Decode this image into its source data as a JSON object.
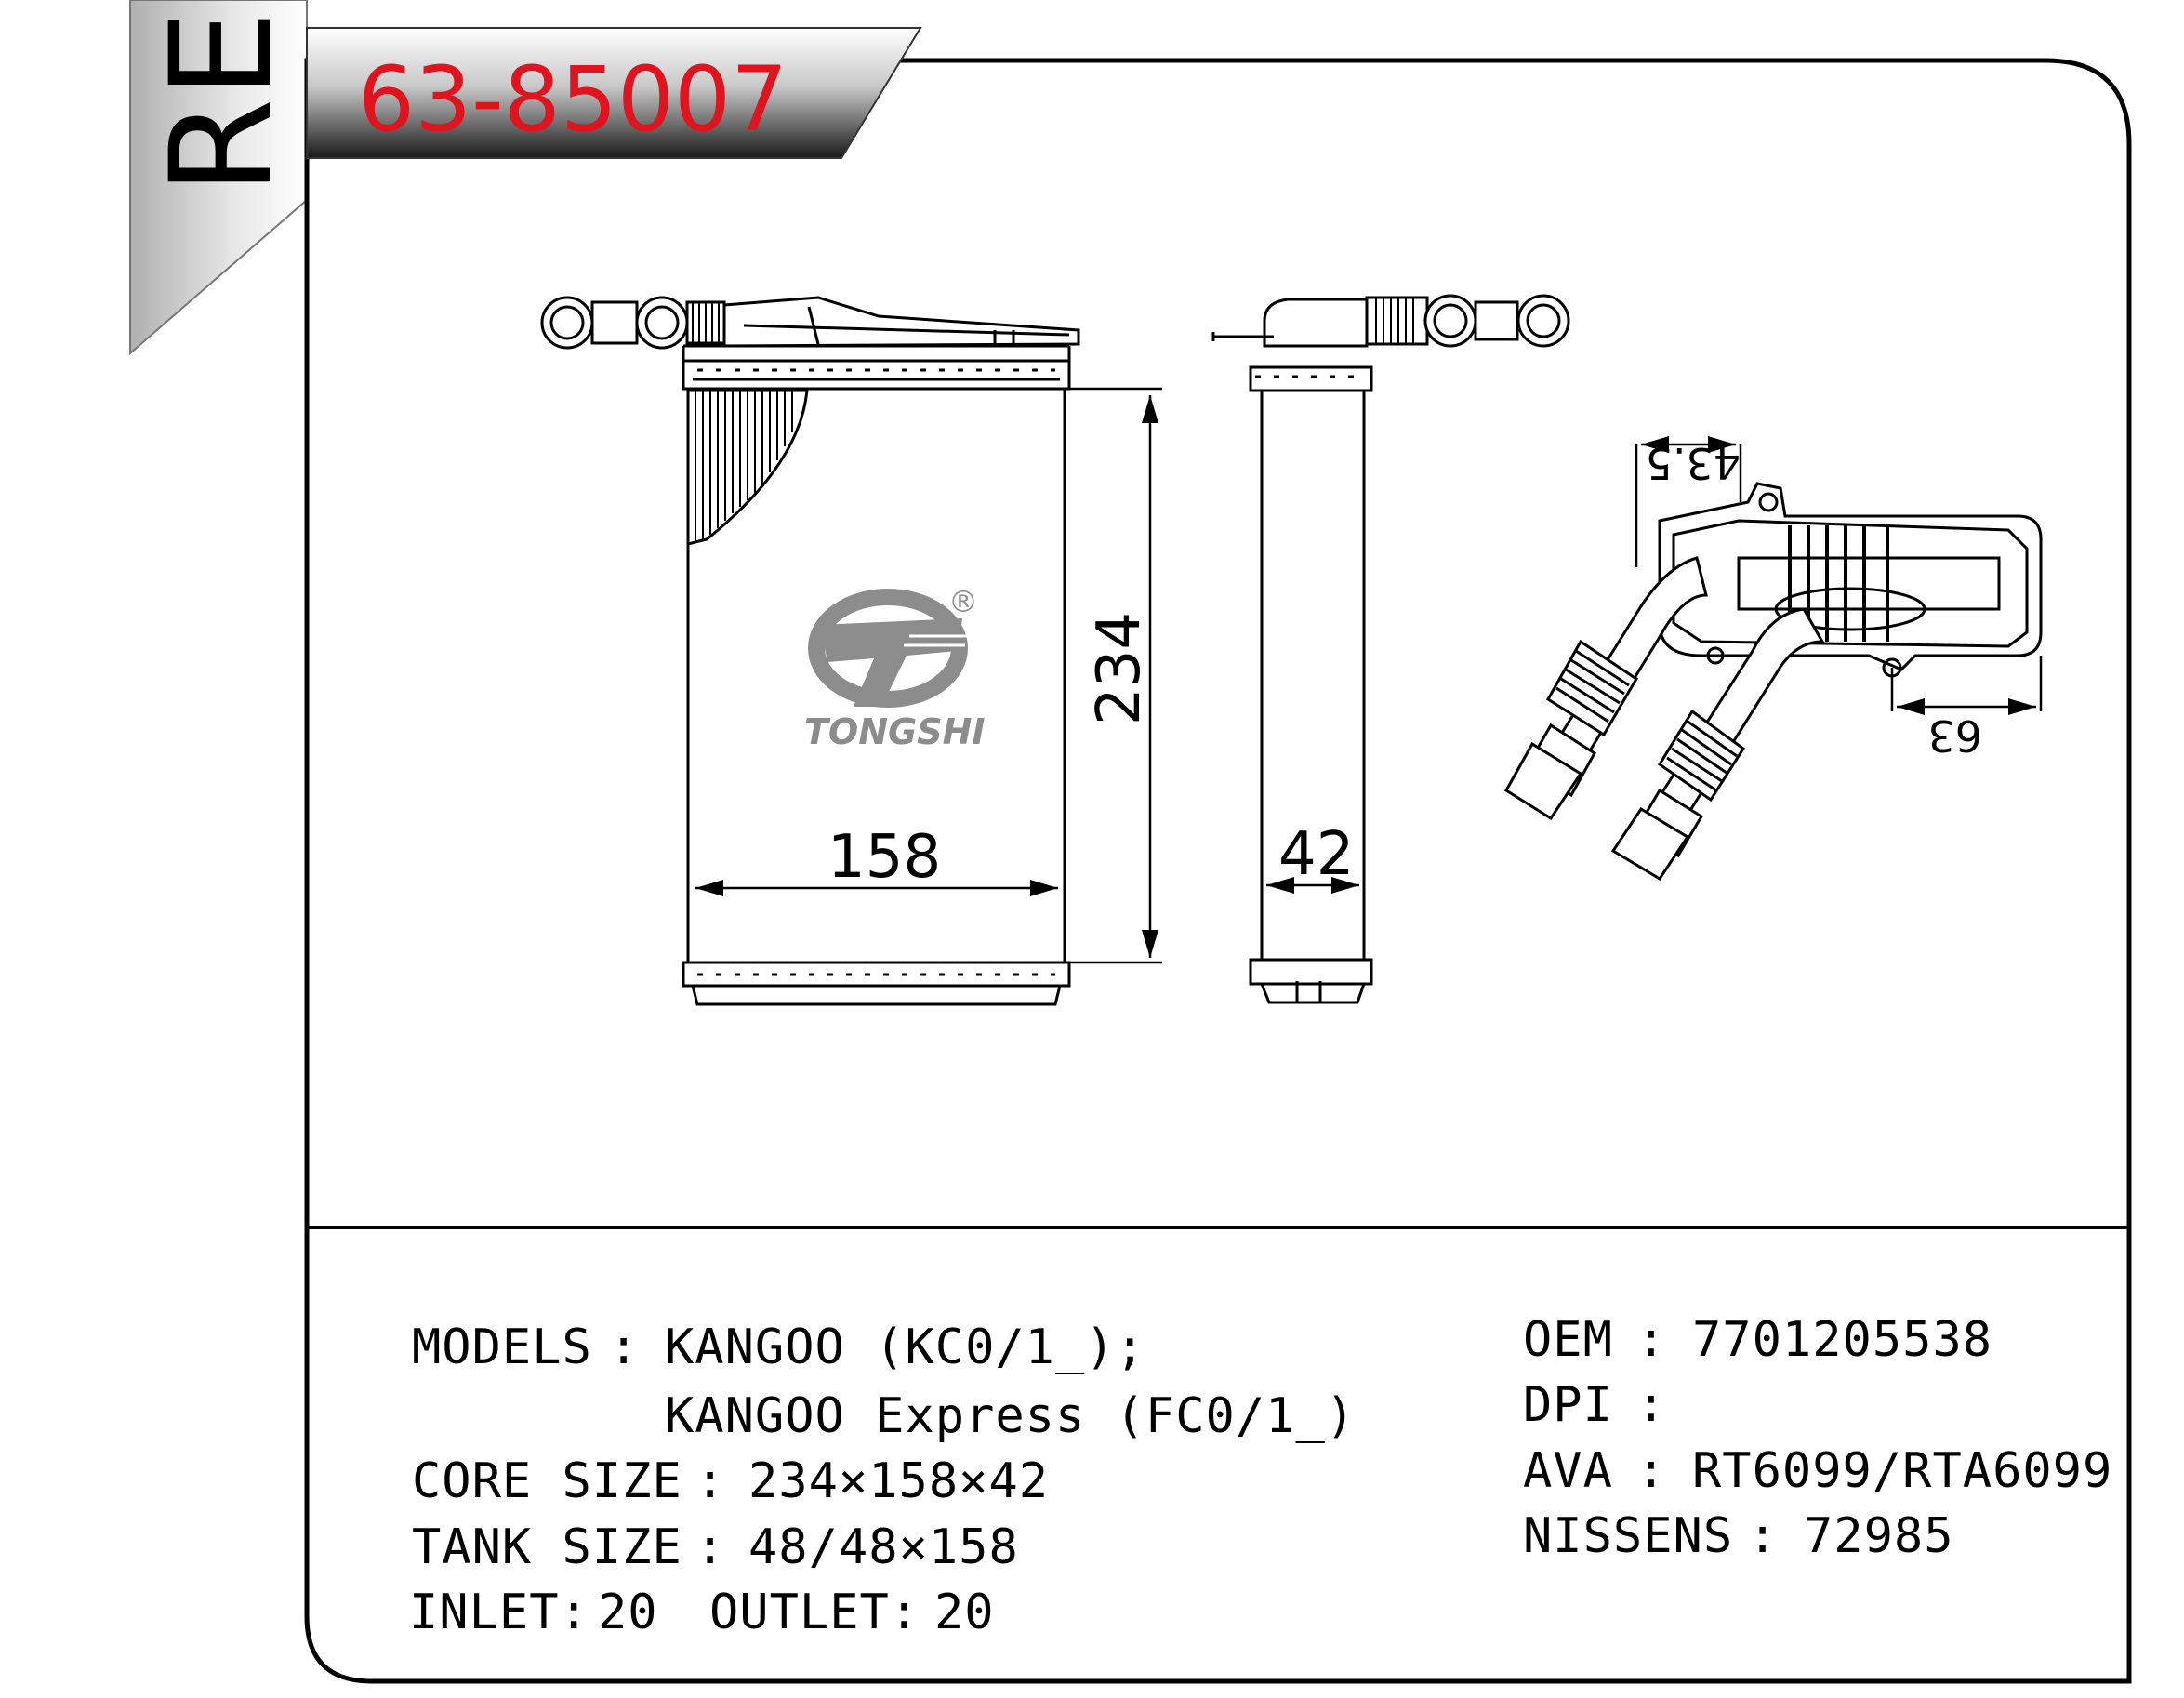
{
  "header": {
    "part_number": "63-85007",
    "corner_text": "REF"
  },
  "drawing": {
    "brand_name": "TONGSHI",
    "registered_mark": "®",
    "dimensions": {
      "height": "234",
      "width": "158",
      "depth": "42",
      "pipe_offset": "43.5",
      "pipe_span": "63"
    }
  },
  "specs": {
    "models_label": "MODELS",
    "models_line1": "KANGOO (KC0/1_);",
    "models_line2": "KANGOO Express (FC0/1_)",
    "core_label": "CORE SIZE",
    "core_value": "234×158×42",
    "tank_label": "TANK SIZE",
    "tank_value": "48/48×158",
    "inlet_label": "INLET:",
    "inlet_value": "20",
    "outlet_label": "OUTLET:",
    "outlet_value": "20",
    "separator": ":"
  },
  "cross_refs": {
    "oem_label": "OEM",
    "oem_value": "7701205538",
    "dpi_label": "DPI",
    "dpi_value": "",
    "ava_label": "AVA",
    "ava_value": "RT6099/RTA6099",
    "nissens_label": "NISSENS",
    "nissens_value": "72985"
  },
  "colors": {
    "part_number": "#e0141e",
    "ink": "#000000",
    "logo_gray": "#8c8c8c"
  }
}
